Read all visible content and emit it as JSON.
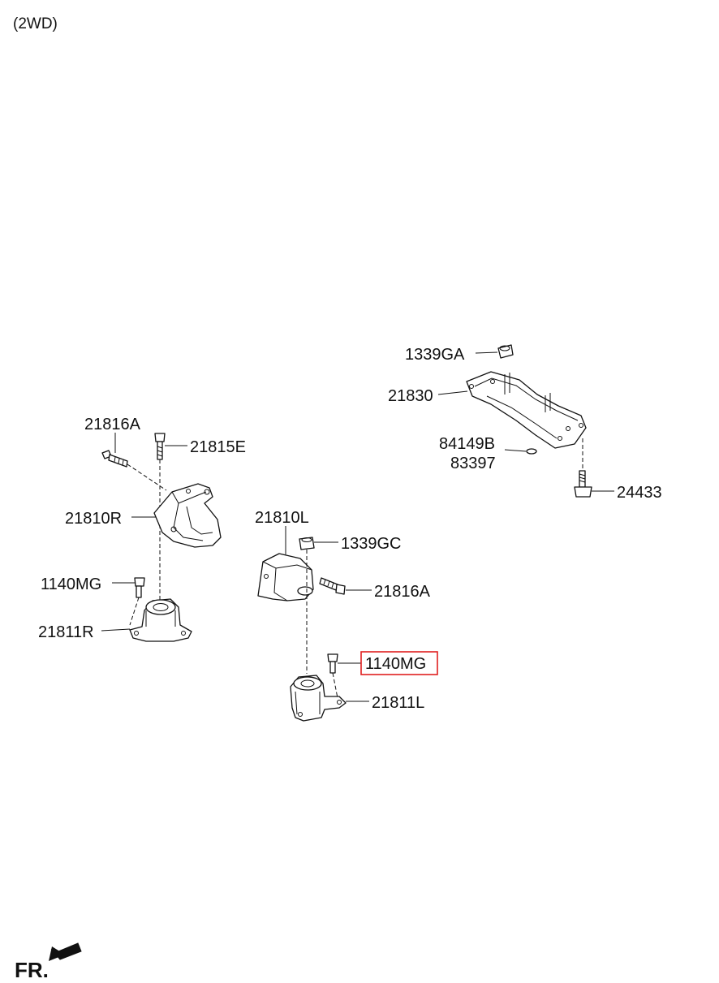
{
  "header": {
    "variant": "(2WD)"
  },
  "orientation": {
    "label": "FR."
  },
  "callouts": {
    "c_1339GA": "1339GA",
    "c_21830": "21830",
    "c_84149B": "84149B",
    "c_83397": "83397",
    "c_24433": "24433",
    "c_21816A_right": "21816A",
    "c_21815E": "21815E",
    "c_21810R": "21810R",
    "c_1140MG_right": "1140MG",
    "c_21811R": "21811R",
    "c_21810L": "21810L",
    "c_1339GC": "1339GC",
    "c_21816A_left": "21816A",
    "c_1140MG_left": "1140MG",
    "c_21811L": "21811L"
  },
  "highlight": {
    "color": "#e02020"
  }
}
